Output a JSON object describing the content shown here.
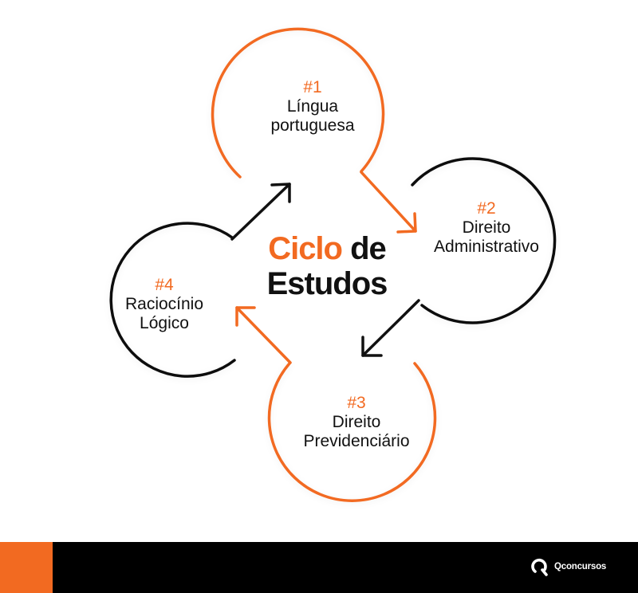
{
  "colors": {
    "accent": "#f26a21",
    "dark": "#111111",
    "footer": "#000000"
  },
  "title": {
    "part1": "Ciclo",
    "part2": "de",
    "part3": "Estudos"
  },
  "stages": [
    {
      "number": "#1",
      "line1": "Língua",
      "line2": "portuguesa",
      "color": "orange"
    },
    {
      "number": "#2",
      "line1": "Direito",
      "line2": "Administrativo",
      "color": "black"
    },
    {
      "number": "#3",
      "line1": "Direito",
      "line2": "Previdenciário",
      "color": "orange"
    },
    {
      "number": "#4",
      "line1": "Raciocínio",
      "line2": "Lógico",
      "color": "black"
    }
  ],
  "footer": {
    "brand": "Qconcursos",
    "logo_icon": "qconcursos-logo-icon"
  }
}
